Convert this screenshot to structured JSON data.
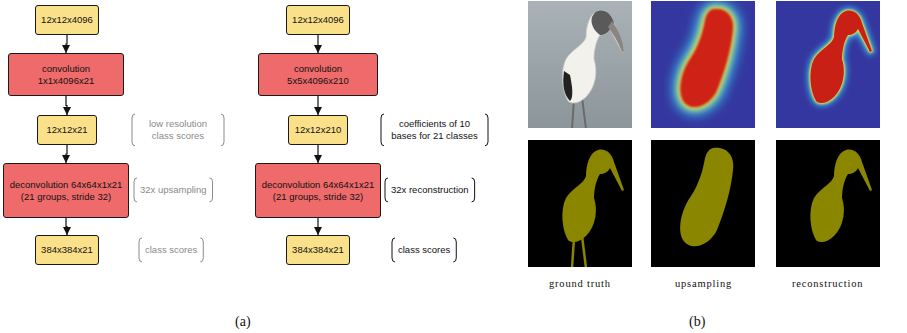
{
  "diagram": {
    "nodes": [
      {
        "text": [
          "12x12x4096"
        ]
      },
      {
        "text": [
          "convolution 1x1x4096x21"
        ]
      },
      {
        "text": [
          "12x12x21"
        ]
      },
      {
        "text": [
          "deconvolution 64x64x1x21 (21 groups, stride 32)"
        ]
      },
      {
        "text": [
          "384x384x21"
        ]
      },
      {
        "text": [
          "12x12x4096"
        ]
      },
      {
        "text": [
          "convolution 5x5x4096x210"
        ]
      },
      {
        "text": [
          "12x12x210"
        ]
      },
      {
        "text": [
          "deconvolution 64x64x1x21 (21 groups, stride 32)"
        ]
      },
      {
        "text": [
          "384x384x21"
        ]
      }
    ],
    "edges": [
      {
        "from": 0,
        "to": 1,
        "arrow": "to"
      },
      {
        "from": 1,
        "to": 2,
        "arrow": "to"
      },
      {
        "from": 2,
        "to": 3,
        "arrow": "to"
      },
      {
        "from": 3,
        "to": 4,
        "arrow": "to"
      },
      {
        "from": 5,
        "to": 6,
        "arrow": "to"
      },
      {
        "from": 6,
        "to": 7,
        "arrow": "to"
      },
      {
        "from": 7,
        "to": 8,
        "arrow": "to"
      },
      {
        "from": 8,
        "to": 9,
        "arrow": "to"
      }
    ],
    "labels": [
      "low resolution class scores",
      "32x upsampling",
      "class scores",
      "coefficients of 10 bases for 21 classes",
      "32x reconstruction",
      "class scores",
      "ground truth",
      "upsampling",
      "reconstruction",
      "(a)",
      "(b)"
    ]
  }
}
